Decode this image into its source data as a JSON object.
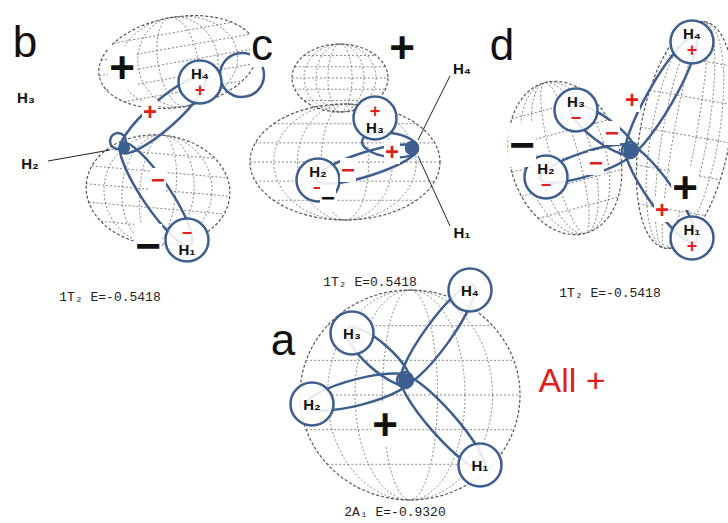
{
  "diagram": {
    "nodes": [
      {
        "text": [
          "H₄",
          "+"
        ]
      },
      {
        "text": [
          "−",
          "H₁"
        ]
      },
      {
        "text": [
          "+",
          "H₃"
        ]
      },
      {
        "text": [
          "H₂",
          "−"
        ]
      },
      {
        "text": [
          "H₄",
          "+"
        ]
      },
      {
        "text": [
          "H₃",
          "−"
        ]
      },
      {
        "text": [
          "H₂",
          "−"
        ]
      },
      {
        "text": [
          "H₁",
          "+"
        ]
      },
      {
        "text": [
          "H₄"
        ]
      },
      {
        "text": [
          "H₃"
        ]
      },
      {
        "text": [
          "H₂"
        ]
      },
      {
        "text": [
          "H₁"
        ]
      }
    ],
    "labels": [
      "b",
      "c",
      "d",
      "a",
      "+",
      "H₃",
      "+",
      "−",
      "H₂",
      "−",
      "1T₂ E=-0.5418",
      "+",
      "H₄",
      "+",
      "−",
      "−",
      "H₁",
      "1T₂ E=0.5418",
      "−",
      "+",
      "−",
      "−",
      "+",
      "+",
      "1T₂ E=-0.5418",
      "+",
      "All +",
      "2A₁ E=-0.9320"
    ]
  }
}
